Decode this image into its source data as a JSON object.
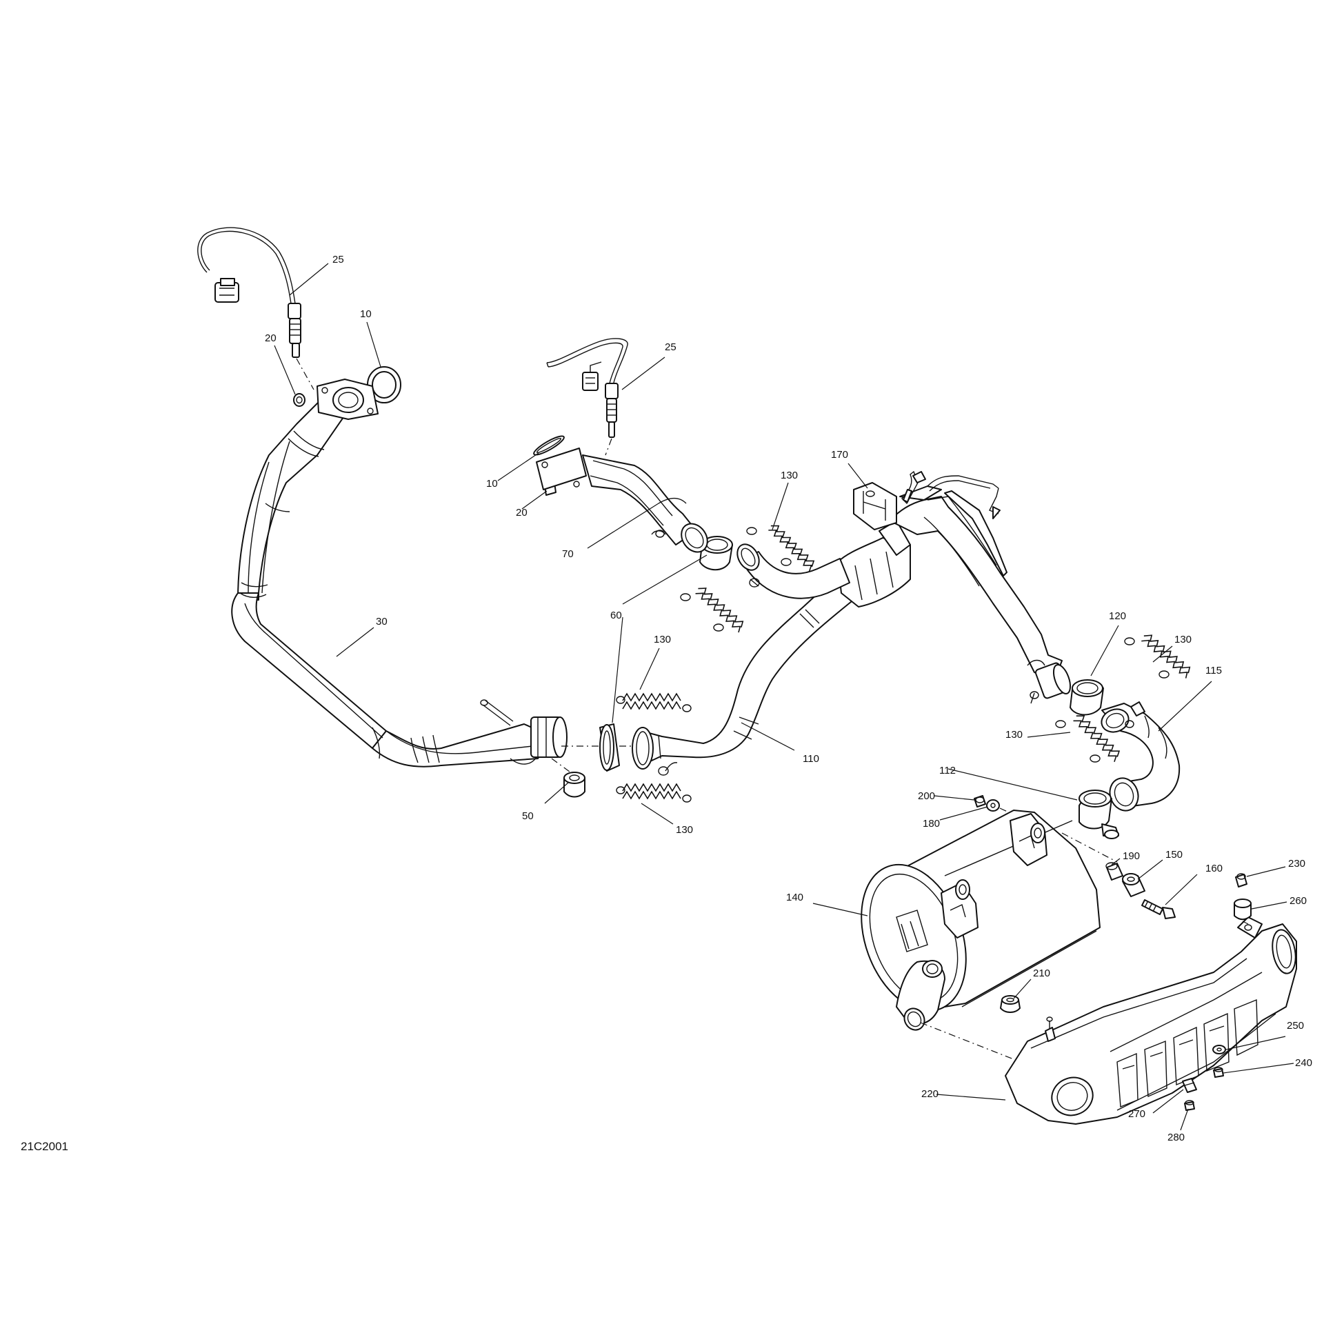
{
  "diagram_id": "21C2001",
  "callouts": [
    {
      "key": "c25a",
      "label": "25"
    },
    {
      "key": "c10a",
      "label": "10"
    },
    {
      "key": "c20a",
      "label": "20"
    },
    {
      "key": "c25b",
      "label": "25"
    },
    {
      "key": "c10b",
      "label": "10"
    },
    {
      "key": "c20b",
      "label": "20"
    },
    {
      "key": "c70",
      "label": "70"
    },
    {
      "key": "c170",
      "label": "170"
    },
    {
      "key": "c130a",
      "label": "130"
    },
    {
      "key": "c60",
      "label": "60"
    },
    {
      "key": "c130b",
      "label": "130"
    },
    {
      "key": "c30",
      "label": "30"
    },
    {
      "key": "c110",
      "label": "110"
    },
    {
      "key": "c50",
      "label": "50"
    },
    {
      "key": "c130c",
      "label": "130"
    },
    {
      "key": "c120",
      "label": "120"
    },
    {
      "key": "c130d",
      "label": "130"
    },
    {
      "key": "c115",
      "label": "115"
    },
    {
      "key": "c130e",
      "label": "130"
    },
    {
      "key": "c112",
      "label": "112"
    },
    {
      "key": "c200",
      "label": "200"
    },
    {
      "key": "c180",
      "label": "180"
    },
    {
      "key": "c190",
      "label": "190"
    },
    {
      "key": "c150",
      "label": "150"
    },
    {
      "key": "c160",
      "label": "160"
    },
    {
      "key": "c230",
      "label": "230"
    },
    {
      "key": "c260",
      "label": "260"
    },
    {
      "key": "c140",
      "label": "140"
    },
    {
      "key": "c210",
      "label": "210"
    },
    {
      "key": "c250",
      "label": "250"
    },
    {
      "key": "c240",
      "label": "240"
    },
    {
      "key": "c220",
      "label": "220"
    },
    {
      "key": "c270",
      "label": "270"
    },
    {
      "key": "c280",
      "label": "280"
    }
  ]
}
